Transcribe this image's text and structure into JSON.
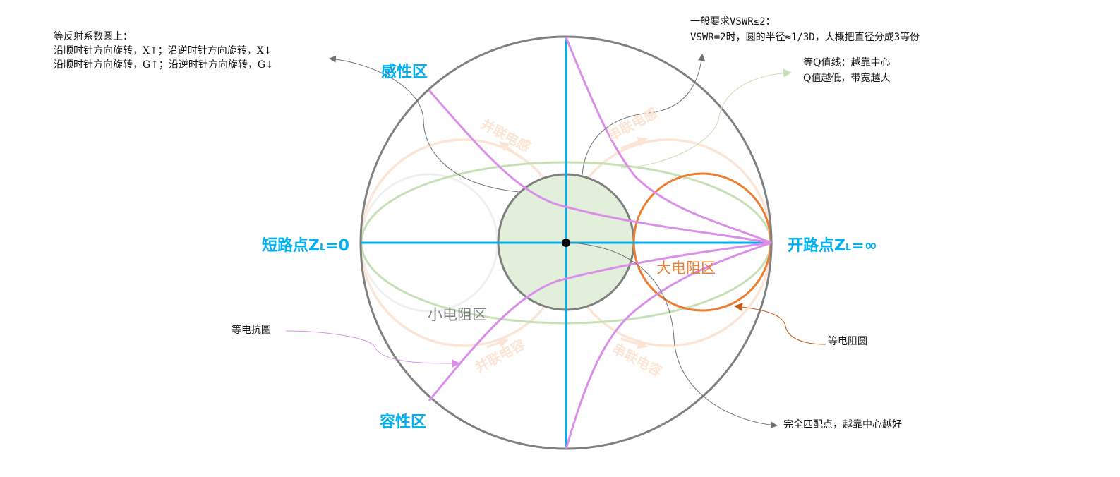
{
  "diagram": {
    "title": "Smith Chart annotated overview",
    "colors": {
      "outer_circle": "#808080",
      "axis": "#00b0f0",
      "reactance": "#d98fe8",
      "resistance_circle": "#ed7d31",
      "vswr_fill": "#e2efda",
      "vswr_stroke": "#7f7f7f",
      "q_line": "#c5e0b4",
      "lumped_arcs": "#fbe5d6",
      "small_r_circle": "#efefef",
      "zone_text_gray": "#7f7f7f",
      "label_blue": "#00b0f0"
    },
    "axis_labels": {
      "short_point": {
        "prefix": "短路点Z",
        "sub": "L",
        "suffix": "=0"
      },
      "open_point": {
        "prefix": "开路点Z",
        "sub": "L",
        "suffix": "=∞"
      },
      "inductive": "感性区",
      "capacitive": "容性区"
    },
    "zones": {
      "small_resistance": "小电阻区",
      "large_resistance": "大电阻区"
    },
    "lumped_elements": {
      "shunt_inductor": "并联电感",
      "series_inductor": "串联电感",
      "shunt_capacitor": "并联电容",
      "series_capacitor": "串联电容"
    },
    "notes": {
      "reflection_circle": {
        "line1": "等反射系数圆上：",
        "line2": "沿顺时针方向旋转，X↑；沿逆时针方向旋转，X↓",
        "line3": "沿顺时针方向旋转，G↑；沿逆时针方向旋转，G↓"
      },
      "vswr": {
        "line1": "一般要求VSWR≤2：",
        "line2": "VSWR=2时，圆的半径≈1/3D，大概把直径分成3等份"
      },
      "q_line": {
        "line1": "等Q值线：越靠中心",
        "line2": "Q值越低，带宽越大"
      },
      "reactance_circle": "等电抗圆",
      "resistance_circle": "等电阻圆",
      "match_point": "完全匹配点，越靠中心越好"
    }
  }
}
